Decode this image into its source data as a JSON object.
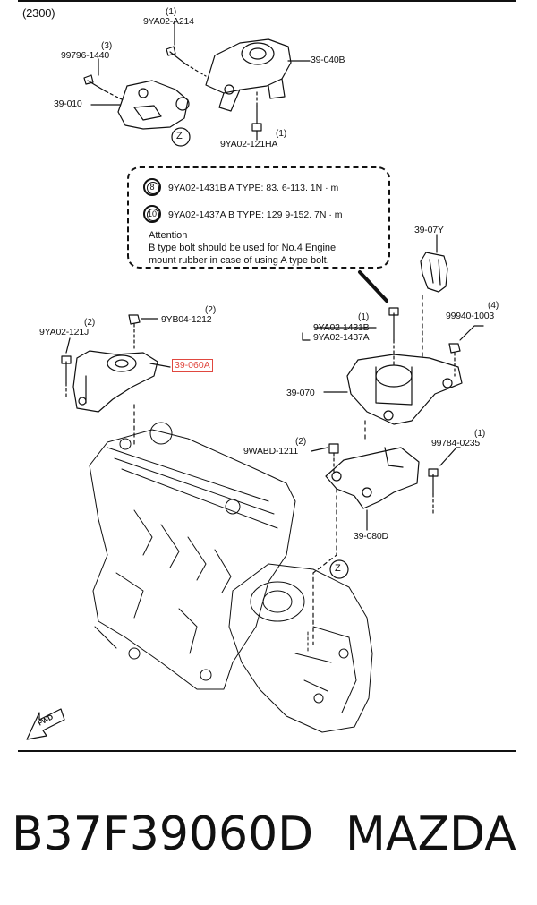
{
  "diagram": {
    "section_code": "(2300)",
    "parts": [
      {
        "id": "9YA02-A214",
        "qty": "(1)"
      },
      {
        "id": "99796-1440",
        "qty": "(3)"
      },
      {
        "id": "39-040B",
        "qty": ""
      },
      {
        "id": "39-010",
        "qty": ""
      },
      {
        "id": "9YA02-121HA",
        "qty": "(1)"
      },
      {
        "id": "39-07Y",
        "qty": ""
      },
      {
        "id": "9YA02-121J",
        "qty": "(2)"
      },
      {
        "id": "9YB04-1212",
        "qty": "(2)"
      },
      {
        "id": "39-060A",
        "qty": ""
      },
      {
        "id": "9YA02-1431B",
        "qty": "(1)"
      },
      {
        "id": "9YA02-1437A",
        "qty": ""
      },
      {
        "id": "99940-1003",
        "qty": "(4)"
      },
      {
        "id": "39-070",
        "qty": ""
      },
      {
        "id": "9WABD-1211",
        "qty": "(2)"
      },
      {
        "id": "99784-0235",
        "qty": "(1)"
      },
      {
        "id": "39-080D",
        "qty": ""
      }
    ],
    "view_markers": [
      "Z",
      "Z"
    ],
    "torque_notes": [
      {
        "circle": "8",
        "text": "9YA02-1431B  A TYPE: 83. 6-113. 1N · m"
      },
      {
        "circle": "10",
        "text": "9YA02-1437A  B TYPE: 129  9-152. 7N · m"
      }
    ],
    "attention": {
      "title": "Attention",
      "lines": [
        "B type bolt should be used for No.4 Engine",
        "mount rubber in case of using A type bolt."
      ]
    },
    "highlighted_part": "39-060A",
    "direction_label": "FWD"
  },
  "footer": {
    "part_number": "B37F39060D",
    "brand": "MAZDA"
  }
}
